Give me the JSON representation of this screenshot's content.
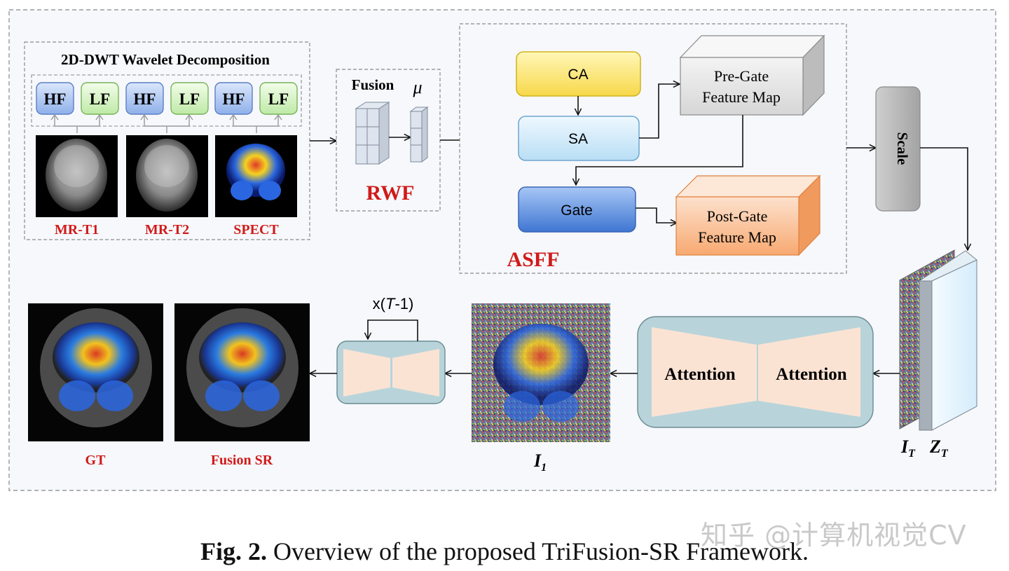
{
  "dwt": {
    "title": "2D-DWT Wavelet Decomposition",
    "coeffs": [
      "HF",
      "LF",
      "HF",
      "LF",
      "HF",
      "LF"
    ],
    "modalities": [
      "MR-T1",
      "MR-T2",
      "SPECT"
    ]
  },
  "rwf": {
    "fusion": "Fusion",
    "mu": "μ",
    "label": "RWF"
  },
  "asff": {
    "label": "ASFF",
    "ca": "CA",
    "sa": "SA",
    "gate": "Gate",
    "pre_gate_line1": "Pre-Gate",
    "pre_gate_line2": "Feature Map",
    "post_gate_line1": "Post-Gate",
    "post_gate_line2": "Feature Map"
  },
  "scale": "Scale",
  "noise": {
    "it": "I",
    "it_sub": "T",
    "zt": "Z",
    "zt_sub": "T"
  },
  "unet": {
    "attn_left": "Attention",
    "attn_right": "Attention"
  },
  "i1": {
    "label": "I",
    "sub": "1"
  },
  "loop": {
    "label_pre": "x(",
    "label_t": "T",
    "label_post": "-1)"
  },
  "outputs": [
    "GT",
    "Fusion SR"
  ],
  "caption": {
    "fig": "Fig. 2.",
    "text": " Overview of the proposed TriFusion-SR Framework."
  },
  "watermark": "知乎 @计算机视觉CV",
  "colors": {
    "red_label": "#d11a1a",
    "ca": "#ffe680",
    "sa": "#d8eef9",
    "gate": "#6a9ee8",
    "post": "#f8b98a",
    "scale": "#b5b5b5"
  }
}
